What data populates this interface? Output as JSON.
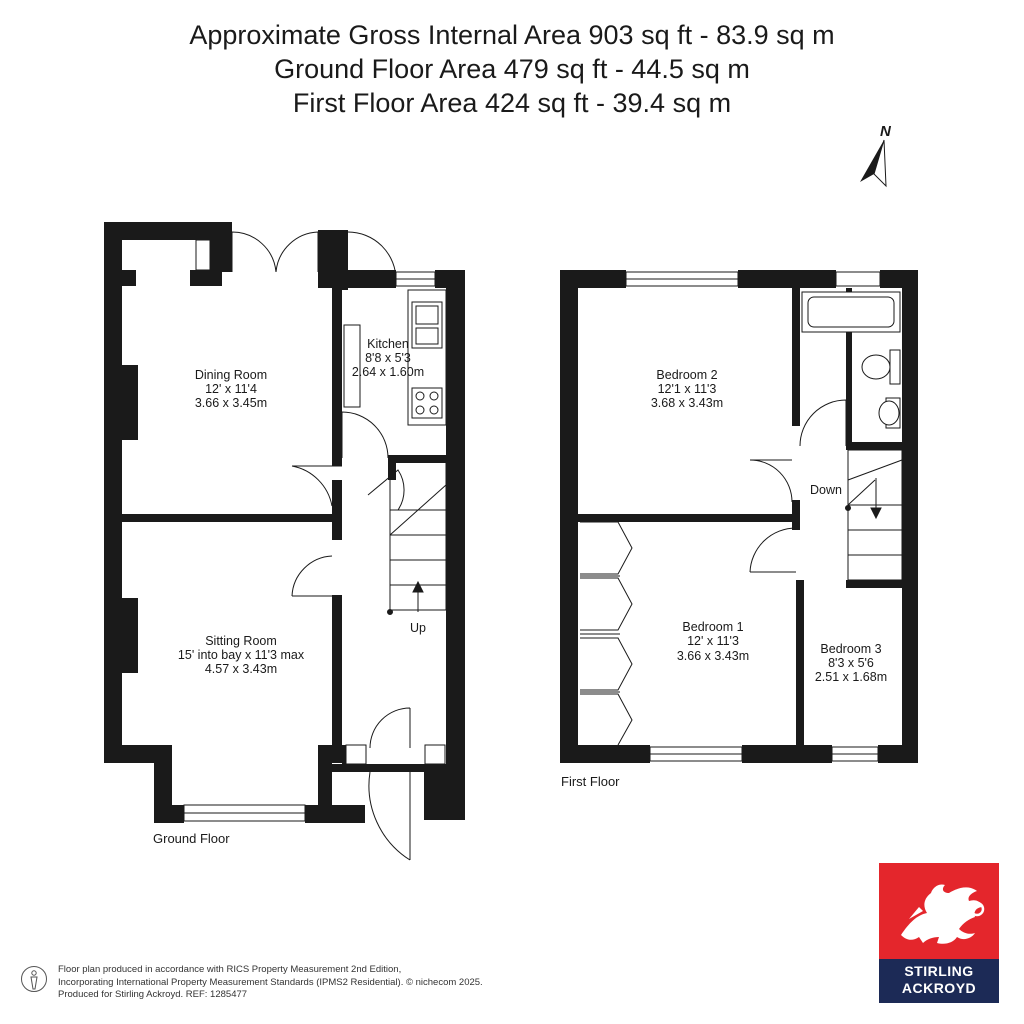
{
  "header": {
    "line1": "Approximate Gross Internal Area 903 sq ft - 83.9 sq m",
    "line2": "Ground Floor Area 479 sq ft - 44.5 sq m",
    "line3": "First Floor Area 424 sq ft - 39.4 sq m"
  },
  "compass": {
    "label": "N"
  },
  "ground_floor": {
    "label": "Ground Floor",
    "rooms": {
      "dining": {
        "name": "Dining Room",
        "imperial": "12' x 11'4",
        "metric": "3.66 x 3.45m"
      },
      "kitchen": {
        "name": "Kitchen",
        "imperial": "8'8 x 5'3",
        "metric": "2.64 x 1.60m"
      },
      "sitting": {
        "name": "Sitting Room",
        "imperial": "15' into bay x 11'3 max",
        "metric": "4.57 x 3.43m"
      }
    },
    "stairs_label": "Up"
  },
  "first_floor": {
    "label": "First Floor",
    "rooms": {
      "bedroom2": {
        "name": "Bedroom 2",
        "imperial": "12'1 x 11'3",
        "metric": "3.68 x 3.43m"
      },
      "bedroom1": {
        "name": "Bedroom 1",
        "imperial": "12' x 11'3",
        "metric": "3.66 x 3.43m"
      },
      "bedroom3": {
        "name": "Bedroom 3",
        "imperial": "8'3 x 5'6",
        "metric": "2.51 x 1.68m"
      }
    },
    "stairs_label": "Down"
  },
  "footer": {
    "line1": "Floor plan produced in accordance with RICS Property Measurement 2nd Edition,",
    "line2": "Incorporating International Property Measurement Standards (IPMS2 Residential).   © nichecom 2025.",
    "line3": "Produced for Stirling Ackroyd.   REF: 1285477"
  },
  "logo": {
    "line1": "STIRLING",
    "line2": "ACKROYD",
    "red": "#e4262c",
    "navy": "#1c2a56"
  }
}
